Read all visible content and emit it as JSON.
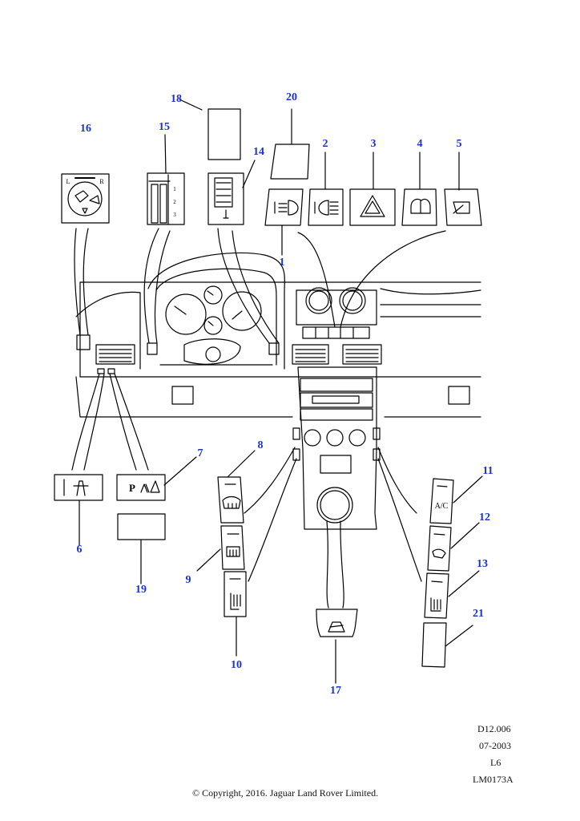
{
  "callouts": {
    "c1": "1",
    "c2": "2",
    "c3": "3",
    "c4": "4",
    "c5": "5",
    "c6": "6",
    "c7": "7",
    "c8": "8",
    "c9": "9",
    "c10": "10",
    "c11": "11",
    "c12": "12",
    "c13": "13",
    "c14": "14",
    "c15": "15",
    "c16": "16",
    "c17": "17",
    "c18": "18",
    "c19": "19",
    "c20": "20",
    "c21": "21"
  },
  "switch_labels": {
    "ac": "A/C",
    "park": "P",
    "mirror_left": "L",
    "mirror_right": "R",
    "dimmer_1": "1",
    "dimmer_2": "2",
    "dimmer_3": "3"
  },
  "meta": {
    "ref": "D12.006",
    "date": "07-2003",
    "model": "L6",
    "code": "LM0173A",
    "copyright": "© Copyright, 2016. Jaguar Land Rover Limited."
  },
  "colors": {
    "callout": "#1a33cc",
    "line": "#000000"
  }
}
